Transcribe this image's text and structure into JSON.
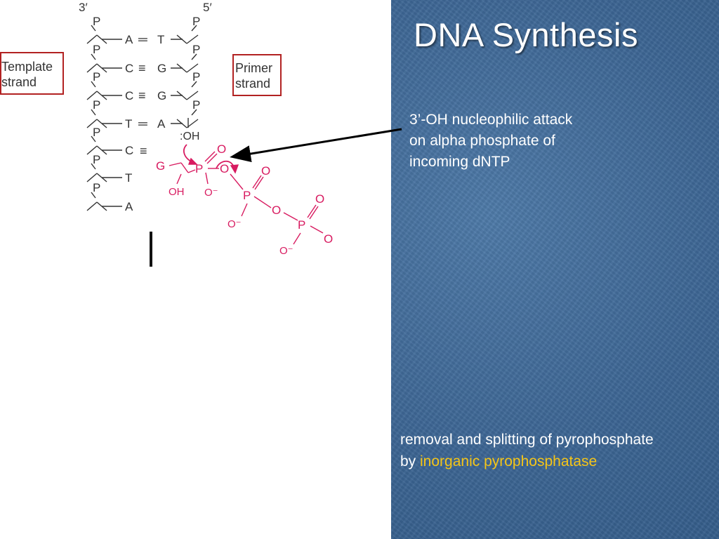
{
  "slide": {
    "title": "DNA Synthesis",
    "mechanism_lines": [
      "3’-OH nucleophilic attack",
      "on alpha phosphate of",
      "incoming dNTP"
    ],
    "removal_line1": "removal and splitting of pyrophosphate",
    "removal_prefix": "by ",
    "removal_highlight": "inorganic pyrophosphatase"
  },
  "diagram": {
    "template_label": [
      "Template",
      "strand"
    ],
    "primer_label": [
      "Primer",
      "strand"
    ],
    "end_3prime": "3′",
    "end_5prime": "5′",
    "phosphate": "P",
    "template_bases": [
      "A",
      "C",
      "C",
      "T",
      "C",
      "T",
      "A"
    ],
    "primer_bases": [
      "T",
      "G",
      "G",
      "A"
    ],
    "bond_double": "═",
    "bond_triple": "≡",
    "incoming_base": "G",
    "hydroxyl_3prime": ":OH",
    "sugar_oh": "OH",
    "oxygen": "O",
    "oxygen_minus": "O⁻",
    "colors": {
      "dntp": "#d81b60",
      "box": "#b22222",
      "text": "#333333"
    }
  }
}
